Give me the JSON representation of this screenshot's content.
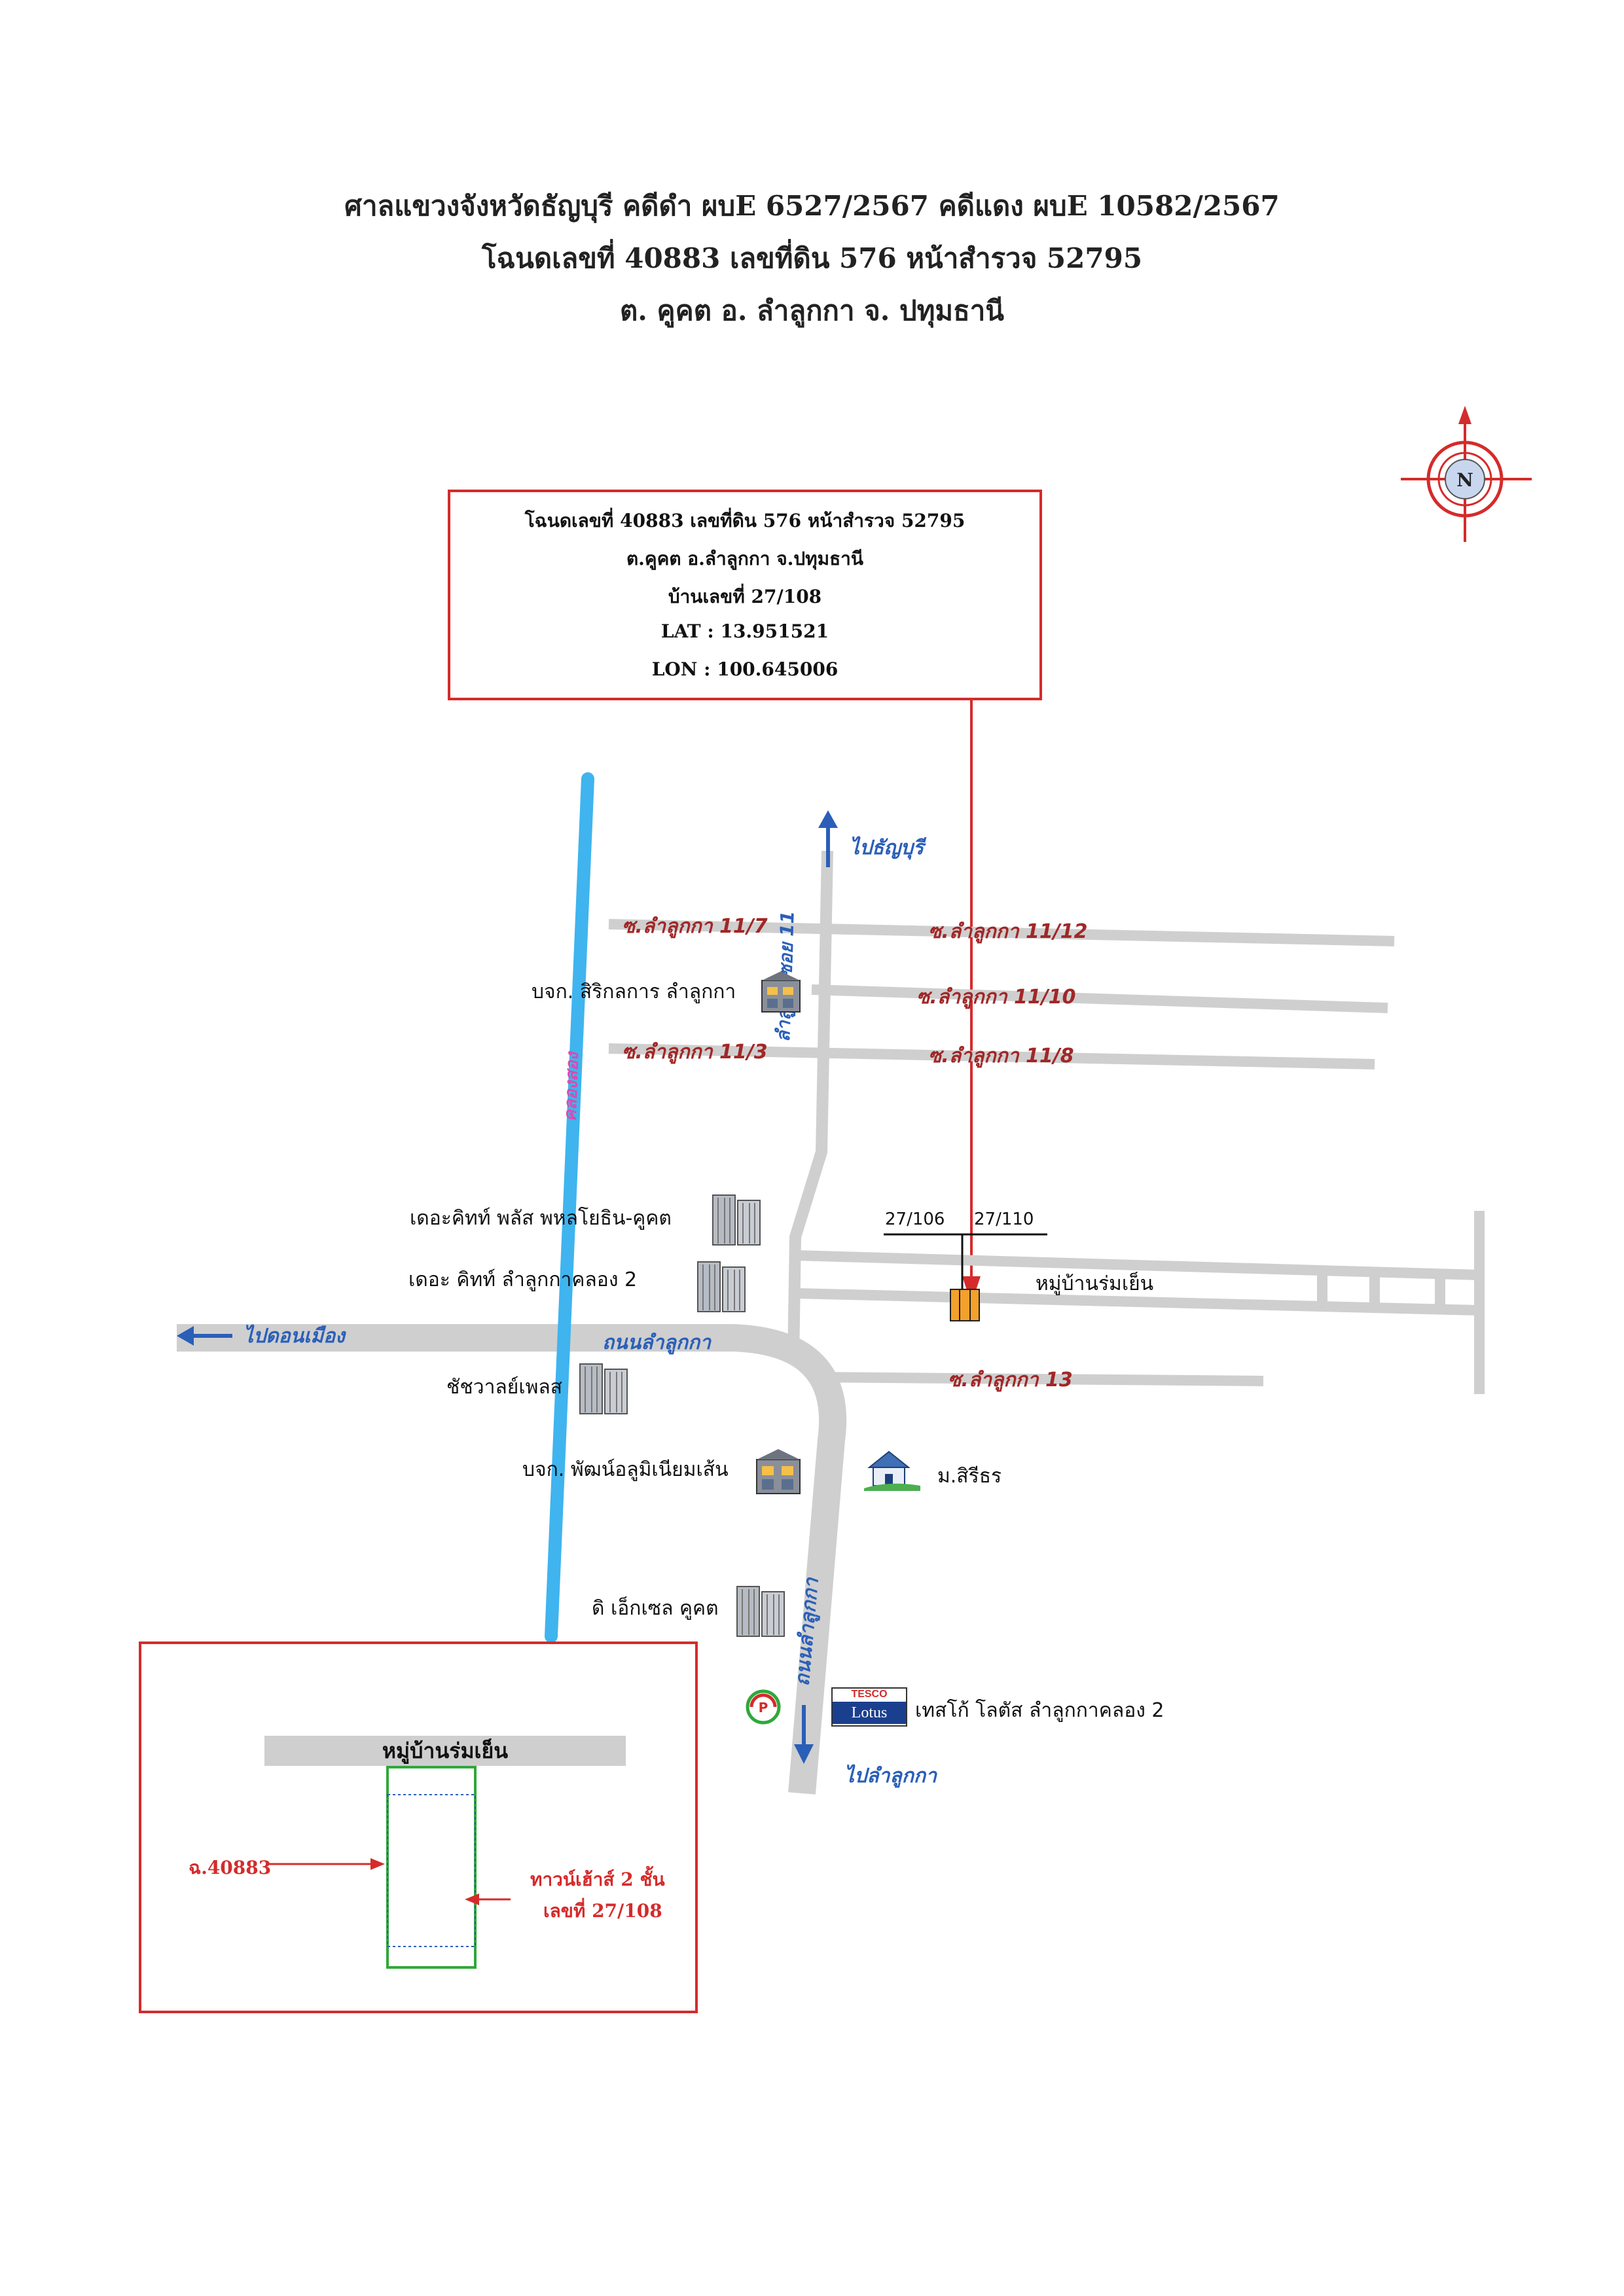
{
  "header": {
    "line1": "ศาลแขวงจังหวัดธัญบุรี คดีดำ ผบE 6527/2567 คดีแดง ผบE 10582/2567",
    "line2": "โฉนดเลขที่ 40883 เลขที่ดิน 576 หน้าสำรวจ 52795",
    "line3": "ต. คูคต อ. ลำลูกกา จ. ปทุมธานี"
  },
  "compass": {
    "label": "N"
  },
  "infobox": {
    "line1": "โฉนดเลขที่ 40883 เลขที่ดิน 576 หน้าสำรวจ 52795",
    "line2": "ต.คูคต อ.ลำลูกกา จ.ปทุมธานี",
    "line3": "บ้านเลขที่ 27/108",
    "lat": "LAT : 13.951521",
    "lon": "LON : 100.645006"
  },
  "colors": {
    "road": "#cfcfcf",
    "canal": "#3fb4ef",
    "frame": "#d52b2b",
    "plot": "#2fa83a",
    "arrow": "#2a5fb8"
  },
  "directions": {
    "north": "ไปธัญบุรี",
    "west": "ไปดอนเมือง",
    "south": "ไปลำลูกกา"
  },
  "roads": {
    "soi_11_7": "ซ.ลำลูกกา 11/7",
    "soi_11_12": "ซ.ลำลูกกา 11/12",
    "soi_11_10": "ซ.ลำลูกกา 11/10",
    "soi_11_3": "ซ.ลำลูกกา 11/3",
    "soi_11_8": "ซ.ลำลูกกา 11/8",
    "soi_13": "ซ.ลำลูกกา 13",
    "lamlukka_soi_11": "ลำลูกกาซอย 11",
    "main_road": "ถนนลำลูกกา",
    "main_road_2": "ถนนลำลูกกา",
    "canal": "คลองสอง"
  },
  "places": {
    "sirikol": "บจก. สิริกลการ ลำลูกกา",
    "the_kit_plus": "เดอะคิทท์ พลัส พหลโยธิน-คูคต",
    "the_kit_lamlukka": "เดอะ คิทท์ ลำลูกกาคลอง 2",
    "chatchawan": "ชัชวาลย์เพลส",
    "phat": "บจก. พัฒน์อลูมิเนียมเส้น",
    "siritorn": "ม.สิรีธร",
    "excel": "ดิ เอ็กเซล คูคต",
    "tesco_logo_top": "TESCO",
    "tesco_logo_bottom": "Lotus",
    "tesco": "เทสโก้ โลตัส ลำลูกกาคลอง 2",
    "village": "หมู่บ้านร่มเย็น",
    "house_106": "27/106",
    "house_110": "27/110"
  },
  "inset": {
    "title": "หมู่บ้านร่มเย็น",
    "deed": "ฉ.40883",
    "townhouse": "ทาวน์เฮ้าส์ 2 ชั้น",
    "house_no": "เลขที่ 27/108"
  }
}
